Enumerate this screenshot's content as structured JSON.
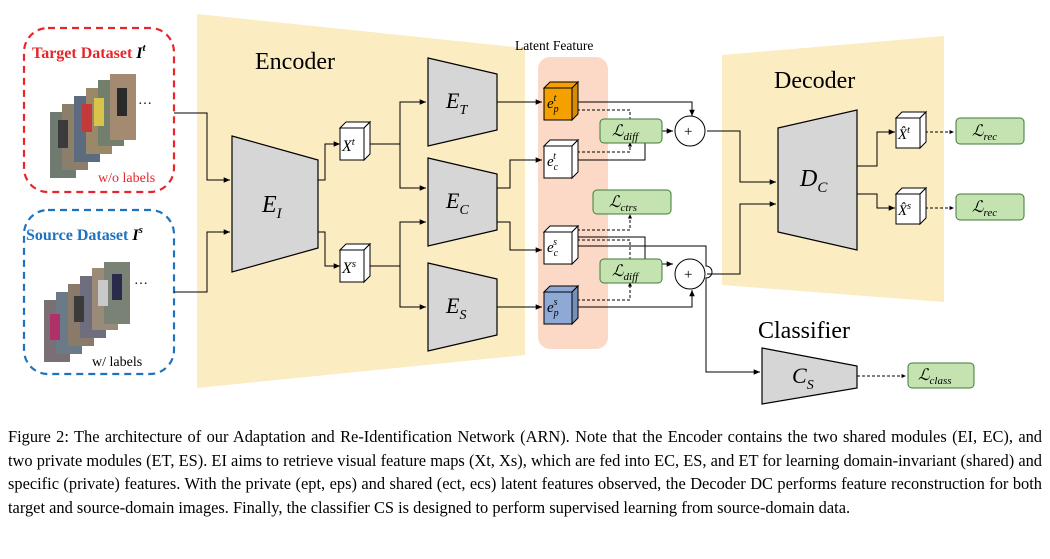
{
  "diagram": {
    "target": {
      "title": "Target Dataset",
      "symbol": "I",
      "sup": "t",
      "note": "w/o labels"
    },
    "source": {
      "title": "Source Dataset",
      "symbol": "I",
      "sup": "s",
      "note": "w/ labels"
    },
    "encoder_label": "Encoder",
    "decoder_label": "Decoder",
    "classifier_label": "Classifier",
    "latent_label": "Latent Feature",
    "modules": {
      "ei": {
        "main": "E",
        "sub": "I"
      },
      "et": {
        "main": "E",
        "sub": "T"
      },
      "ec": {
        "main": "E",
        "sub": "C"
      },
      "es": {
        "main": "E",
        "sub": "S"
      },
      "dc": {
        "main": "D",
        "sub": "C"
      },
      "cs": {
        "main": "C",
        "sub": "S"
      }
    },
    "feature_maps": {
      "xt": {
        "main": "X",
        "sup": "t"
      },
      "xs": {
        "main": "X",
        "sup": "s"
      }
    },
    "latents": {
      "ept": {
        "main": "e",
        "sub": "p",
        "sup": "t"
      },
      "ect": {
        "main": "e",
        "sub": "c",
        "sup": "t"
      },
      "ecs": {
        "main": "e",
        "sub": "c",
        "sup": "s"
      },
      "eps": {
        "main": "e",
        "sub": "p",
        "sup": "s"
      }
    },
    "losses": {
      "diff_top": {
        "main": "ℒ",
        "sub": "diff"
      },
      "diff_bottom": {
        "main": "ℒ",
        "sub": "diff"
      },
      "ctrs": {
        "main": "ℒ",
        "sub": "ctrs"
      },
      "rec_top": {
        "main": "ℒ",
        "sub": "rec"
      },
      "rec_bottom": {
        "main": "ℒ",
        "sub": "rec"
      },
      "class": {
        "main": "ℒ",
        "sub": "class"
      }
    },
    "recon": {
      "xt_hat": {
        "main": "X̂",
        "sup": "t"
      },
      "xs_hat": {
        "main": "X̂",
        "sup": "s"
      }
    },
    "plus_symbol": "+",
    "ellipsis": "…"
  },
  "caption": {
    "label": "Figure 2:",
    "text": "The architecture of our Adaptation and Re-Identification Network (ARN). Note that the Encoder contains the two shared modules (EI, EC), and two private modules (ET, ES). EI aims to retrieve visual feature maps (Xt, Xs), which are fed into EC, ES, and ET for learning domain-invariant (shared) and specific (private) features. With the private (ept, eps) and shared (ect, ecs) latent features observed, the Decoder DC performs feature reconstruction for both target and source-domain images. Finally, the classifier CS is designed to perform supervised learning from source-domain data."
  },
  "colors": {
    "encoder_bg": "#fbecc2",
    "latent_bg": "#fcd9c6",
    "module_fill": "#d6d6d6",
    "loss_fill": "#c5e3b0",
    "loss_stroke": "#3f7a3a",
    "ept_fill": "#f4a100",
    "eps_fill": "#8fa9d6",
    "target_red": "#e8262a",
    "source_blue": "#1f72bf"
  }
}
